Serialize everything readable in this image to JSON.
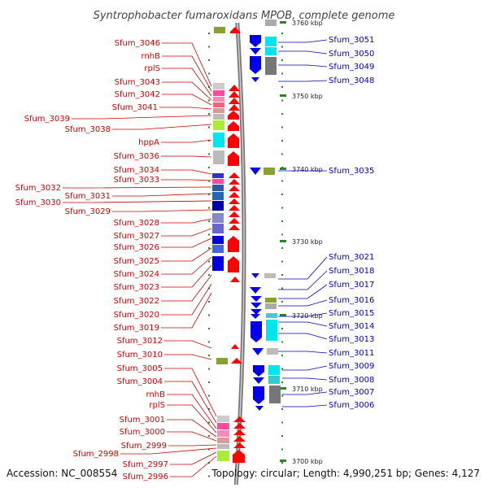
{
  "title": "Syntrophobacter fumaroxidans MPOB, complete genome",
  "footer": {
    "accession": "Accession: NC_008554",
    "topology": "Topology: circular; Length: 4,990,251 bp; Genes: 4,127"
  },
  "scale_labels": [
    "3760 kbp",
    "3750 kbp",
    "3740 kbp",
    "3730 kbp",
    "3720 kbp",
    "3710 kbp",
    "3700 kbp"
  ],
  "left_labels": [
    "Sfum_3046",
    "rnhB",
    "rplS",
    "Sfum_3043",
    "Sfum_3042",
    "Sfum_3041",
    "Sfum_3039",
    "Sfum_3038",
    "hppA",
    "Sfum_3036",
    "Sfum_3034",
    "Sfum_3033",
    "Sfum_3032",
    "Sfum_3031",
    "Sfum_3030",
    "Sfum_3029",
    "Sfum_3028",
    "Sfum_3027",
    "Sfum_3026",
    "Sfum_3025",
    "Sfum_3024",
    "Sfum_3023",
    "Sfum_3022",
    "Sfum_3020",
    "Sfum_3019",
    "Sfum_3012",
    "Sfum_3010",
    "Sfum_3005",
    "Sfum_3004",
    "rnhB",
    "rplS",
    "Sfum_3001",
    "Sfum_3000",
    "Sfum_2999",
    "Sfum_2998",
    "Sfum_2997",
    "Sfum_2996"
  ],
  "right_labels": [
    "Sfum_3051",
    "Sfum_3050",
    "Sfum_3049",
    "Sfum_3048",
    "Sfum_3035",
    "Sfum_3021",
    "Sfum_3018",
    "Sfum_3017",
    "Sfum_3016",
    "Sfum_3015",
    "Sfum_3014",
    "Sfum_3013",
    "Sfum_3011",
    "Sfum_3009",
    "Sfum_3008",
    "Sfum_3007",
    "Sfum_3006"
  ],
  "colors": {
    "left_text": "#cc0000",
    "right_text": "#0000bb",
    "forward_arrow": "#ff0000",
    "reverse_arrow": "#0000ee",
    "cyan": "#00e5ee",
    "olive": "#8aa030",
    "gray": "#888888",
    "pink": "#ff4aa0",
    "lime": "#aaee33",
    "tick": "#228b22"
  }
}
